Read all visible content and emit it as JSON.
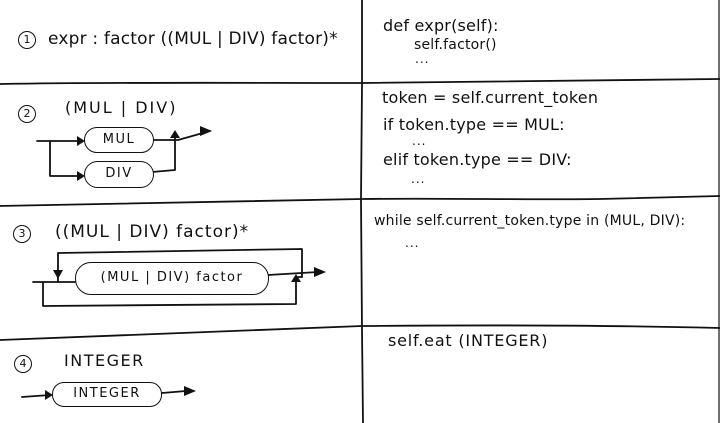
{
  "sections": [
    {
      "number": "1",
      "rule": "expr : factor ((MUL | DIV) factor)*",
      "code": [
        "def  expr(self):",
        "self.factor()",
        "..."
      ]
    },
    {
      "number": "2",
      "rule": "(MUL | DIV)",
      "diagram": {
        "type": "alternation",
        "nodes": [
          "MUL",
          "DIV"
        ]
      },
      "code": [
        "token = self.current_token",
        "if  token.type == MUL:",
        "...",
        "elif  token.type == DIV:",
        "..."
      ]
    },
    {
      "number": "3",
      "rule": "((MUL | DIV) factor)*",
      "diagram": {
        "type": "zero-or-more-loop",
        "nodes": [
          "(MUL | DIV) factor"
        ]
      },
      "code": [
        "while  self.current_token.type in (MUL, DIV):",
        "..."
      ]
    },
    {
      "number": "4",
      "rule": "INTEGER",
      "diagram": {
        "type": "terminal",
        "nodes": [
          "INTEGER"
        ]
      },
      "code": [
        "self.eat (INTEGER)"
      ]
    }
  ],
  "colors": {
    "ink": "#111111",
    "paper": "#ffffff"
  }
}
